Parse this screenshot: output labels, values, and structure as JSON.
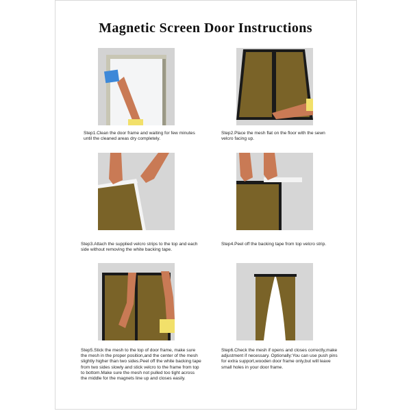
{
  "title": "Magnetic Screen Door Instructions",
  "steps": [
    {
      "text": "Step1.Clean the door frame and waiting for few minutes until the cleaned areas dry completely."
    },
    {
      "text": "Step2.Place the mesh flat on the floor with the sewn velcro facing up."
    },
    {
      "text": "Step3.Attach the supplied velcro strips to the top and each side without removing the white backing tape."
    },
    {
      "text": "Step4.Peel off the backing tape from top velcro strip."
    },
    {
      "text": "Step5.Stick the mesh to the top of door frame, make sure the mesh in the proper position,and the center of the mesh slightly higher than two sides.Peel off the white backing tape from two sides slowly and stick velcro to the frame from top to bottom.Make sure the mesh not pulled too tight across the middle for the magnets line up and closes easily."
    },
    {
      "text": "Step6.Check the mesh if opens and closes correctly,make adjustment if necessary. Optionally:You can use push pins for extra support,wooden door frame only,but will leave small holes in your door frame."
    }
  ],
  "colors": {
    "mesh": "#7a6328",
    "frame": "#c9c7b6",
    "wall": "#d6d6d6",
    "skin": "#c97a55",
    "black": "#1a1a1a"
  }
}
